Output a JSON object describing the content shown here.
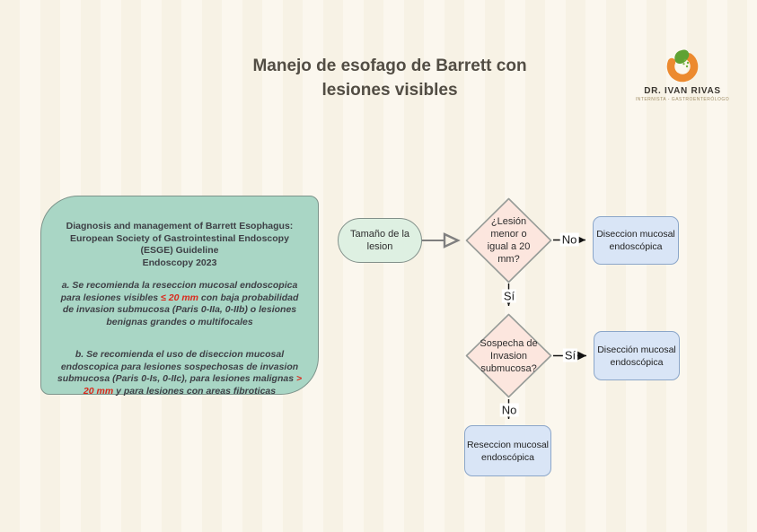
{
  "page": {
    "title_line1": "Manejo de esofago de Barrett con",
    "title_line2": "lesiones visibles"
  },
  "logo": {
    "name": "DR. IVAN RIVAS",
    "subtitle": "INTERNISTA - GASTROENTERÓLOGO",
    "icon": "stomach-icon",
    "colors": {
      "orange": "#EC8A2F",
      "green": "#5FA233"
    }
  },
  "guideline_box": {
    "heading": [
      "Diagnosis and management of Barrett Esophagus:",
      "European Society of Gastrointestinal Endoscopy",
      "(ESGE) Guideline",
      "Endoscopy 2023"
    ],
    "para_a_before": "a. Se recomienda la reseccion mucosal endoscopica para lesiones visibles ",
    "para_a_highlight": "≤ 20 mm",
    "para_a_after": " con baja probabilidad de invasion submucosa (Paris 0-IIa, 0-IIb) o lesiones benignas grandes o multifocales",
    "para_b_before": "b. Se recomienda el uso de diseccion mucosal endoscopica para lesiones sospechosas de invasion submucosa (Paris 0-Is, 0-IIc), para lesiones malignas ",
    "para_b_highlight": "> 20 mm",
    "para_b_after": " y para lesiones con areas fibroticas",
    "highlight_color": "#da291c",
    "fill_color": "#a9d6c5"
  },
  "flowchart": {
    "start_node": "Tamaño de la lesion",
    "decision1": "¿Lesión menor o igual a 20 mm?",
    "decision2": "Sospecha de Invasion submucosa?",
    "result_dissection1": "Diseccion mucosal endoscópica",
    "result_dissection2": "Disección mucosal endoscópica",
    "result_resection": "Reseccion mucosal endoscópica",
    "label_no1": "No",
    "label_si1": "Sí",
    "label_si2": "Sí",
    "label_no2": "No",
    "node_colors": {
      "start_fill": "#def0e2",
      "decision_fill": "#fce6de",
      "result_fill": "#d9e5f6"
    }
  }
}
